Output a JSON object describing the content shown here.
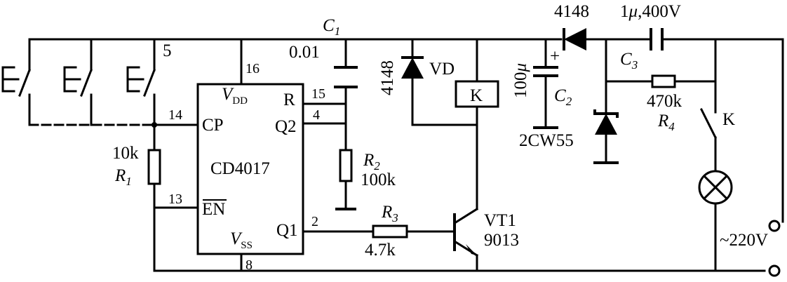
{
  "ic": {
    "name": "CD4017",
    "vdd": "V",
    "vdd_sub": "DD",
    "vss": "V",
    "vss_sub": "SS",
    "cp": "CP",
    "en": "EN",
    "r": "R",
    "q2": "Q2",
    "q1": "Q1",
    "pin16": "16",
    "pin15": "15",
    "pin4": "4",
    "pin14": "14",
    "pin13": "13",
    "pin2": "2",
    "pin8": "8"
  },
  "switch_label": "5",
  "r1": {
    "value": "10k",
    "name": "R",
    "sub": "1"
  },
  "c1": {
    "name": "C",
    "sub": "1",
    "value": "0.01"
  },
  "r2": {
    "name": "R",
    "sub": "2",
    "value": "100k"
  },
  "r3": {
    "name": "R",
    "sub": "3",
    "value": "4.7k"
  },
  "vd": {
    "part": "4148",
    "name": "VD"
  },
  "relay": {
    "name": "K"
  },
  "vt1": {
    "name": "VT1",
    "part": "9013"
  },
  "c2": {
    "value": "100",
    "unit": "μ",
    "name": "C",
    "sub": "2",
    "polarity": "+"
  },
  "zener": {
    "part": "2CW55"
  },
  "d2": {
    "part": "4148"
  },
  "c3": {
    "value": "1",
    "unit": "μ",
    "rating": ",400V",
    "name": "C",
    "sub": "3"
  },
  "r4": {
    "value": "470k",
    "name": "R",
    "sub": "4"
  },
  "contact": {
    "name": "K"
  },
  "supply": {
    "label": "~220V"
  }
}
